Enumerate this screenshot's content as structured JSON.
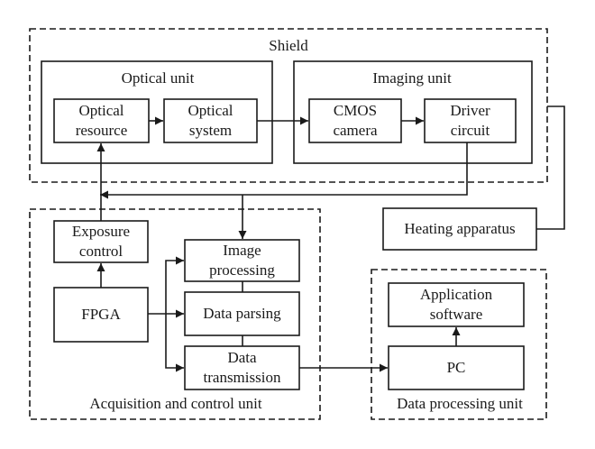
{
  "diagram": {
    "containers": {
      "shield": "Shield",
      "optical_unit": "Optical unit",
      "imaging_unit": "Imaging unit",
      "acquisition_unit": "Acquisition and control unit",
      "data_processing_unit": "Data processing unit"
    },
    "blocks": {
      "optical_resource": "Optical\nresource",
      "optical_system": "Optical\nsystem",
      "cmos_camera": "CMOS\ncamera",
      "driver_circuit": "Driver\ncircuit",
      "heating_apparatus": "Heating apparatus",
      "exposure_control": "Exposure\ncontrol",
      "fpga": "FPGA",
      "image_processing": "Image\nprocessing",
      "data_parsing": "Data parsing",
      "data_transmission": "Data\ntransmission",
      "application_software": "Application\nsoftware",
      "pc": "PC"
    }
  }
}
